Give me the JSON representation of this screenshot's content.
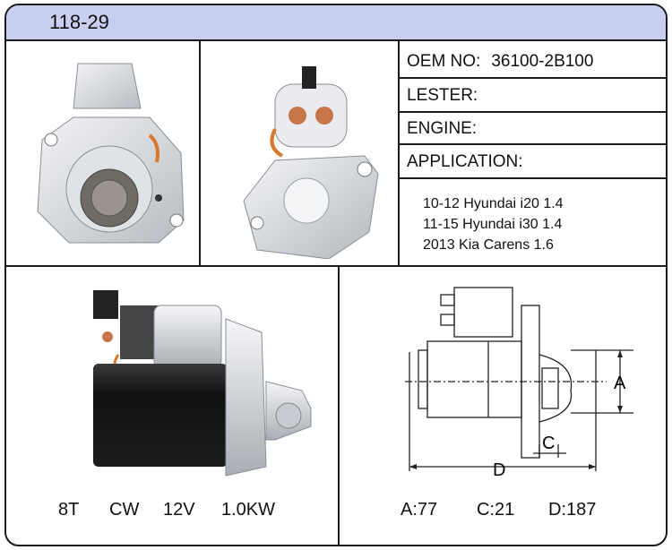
{
  "header": {
    "model": "118-29"
  },
  "specs": {
    "oem_label": "OEM NO:",
    "oem_value": "36100-2B100",
    "lester_label": "LESTER:",
    "engine_label": "ENGINE:",
    "application_label": "APPLICATION:"
  },
  "applications": [
    "10-12 Hyundai i20 1.4",
    "11-15 Hyundai i30 1.4",
    "2013 Kia Carens 1.6"
  ],
  "electrical": {
    "teeth": "8T",
    "rotation": "CW",
    "voltage": "12V",
    "power": "1.0KW"
  },
  "dimensions": {
    "labels": {
      "a": "A",
      "c": "C",
      "d": "D"
    },
    "a": "A:77",
    "c": "C:21",
    "d": "D:187"
  },
  "icons": [
    "starter-front-view-image",
    "starter-rear-view-image",
    "starter-side-view-image",
    "dimension-diagram"
  ],
  "colors": {
    "header_bg": "#c9cff0",
    "border": "#1a1a1a"
  }
}
